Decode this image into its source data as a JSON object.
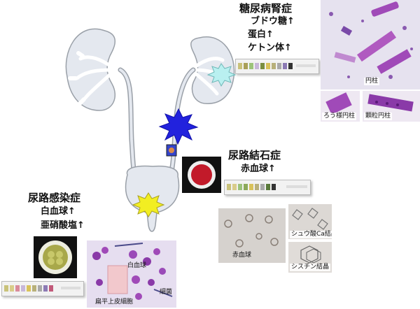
{
  "diabetic": {
    "title": "糖尿病腎症",
    "items": [
      "ブドウ糖↑",
      "蛋白↑",
      "ケトン体↑"
    ],
    "cast_label": "円柱",
    "waxy_cast_label": "ろう様円柱",
    "granular_cast_label": "顆粒円柱"
  },
  "stone": {
    "title": "尿路結石症",
    "items": [
      "赤血球↑"
    ],
    "rbc_label": "赤血球",
    "oxalate_label": "シュウ酸Ca結晶",
    "cystine_label": "シスチン結晶"
  },
  "uti": {
    "title": "尿路感染症",
    "items": [
      "白血球↑",
      "亜硝酸塩↑"
    ],
    "wbc_label": "白血球",
    "bacteria_label": "細菌",
    "epithelial_label": "扁平上皮細胞"
  },
  "colors": {
    "organ_fill": "#e4e8ef",
    "organ_stroke": "#9aa0a8",
    "star_blue": "#2222dd",
    "star_yellow": "#f2ee22",
    "star_cyan": "#b9f0f0",
    "stain_purple": "#a04ab8"
  }
}
